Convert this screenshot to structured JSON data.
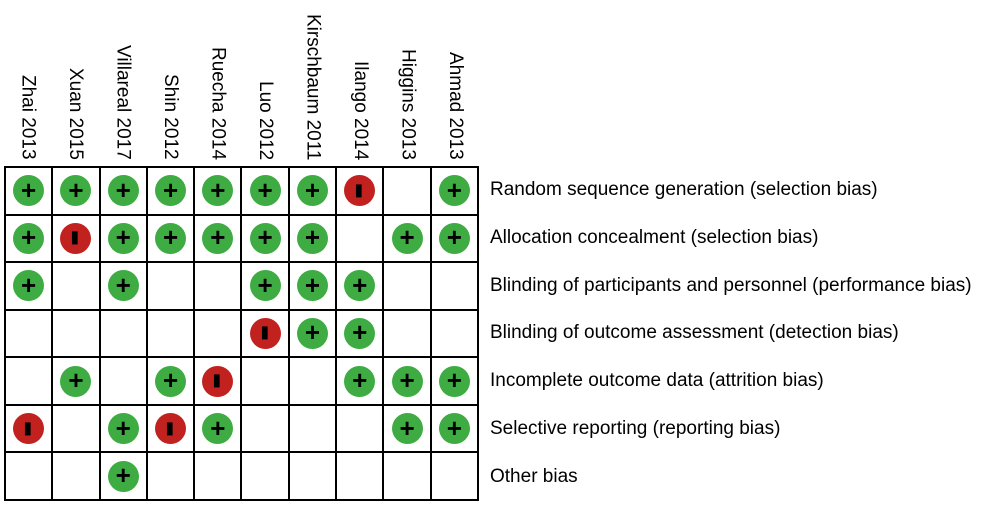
{
  "chart_data": {
    "type": "heatmap",
    "description": "risk of bias summary grid",
    "columns": [
      "Zhai 2013",
      "Xuan 2015",
      "Villareal 2017",
      "Shin 2012",
      "Ruecha 2014",
      "Luo 2012",
      "Kirschbaum 2011",
      "Ilango 2014",
      "Higgins 2013",
      "Ahmad 2013"
    ],
    "rows": [
      "Random sequence generation (selection bias)",
      "Allocation concealment (selection bias)",
      "Blinding of participants and personnel (performance bias)",
      "Blinding of outcome assessment (detection bias)",
      "Incomplete outcome data (attrition bias)",
      "Selective reporting (reporting bias)",
      "Other bias"
    ],
    "values": [
      [
        "+",
        "+",
        "+",
        "+",
        "+",
        "+",
        "+",
        "-",
        "",
        "+"
      ],
      [
        "+",
        "-",
        "+",
        "+",
        "+",
        "+",
        "+",
        "",
        "+",
        "+"
      ],
      [
        "+",
        "",
        "+",
        "",
        "",
        "+",
        "+",
        "+",
        "",
        ""
      ],
      [
        "",
        "",
        "",
        "",
        "",
        "-",
        "+",
        "+",
        "",
        ""
      ],
      [
        "",
        "+",
        "",
        "+",
        "-",
        "",
        "",
        "+",
        "+",
        "+"
      ],
      [
        "-",
        "",
        "+",
        "-",
        "+",
        "",
        "",
        "",
        "+",
        "+"
      ],
      [
        "",
        "",
        "+",
        "",
        "",
        "",
        "",
        "",
        "",
        ""
      ]
    ],
    "symbols": {
      "plus": "+",
      "minus": "−"
    },
    "colors": {
      "low_risk": "#3eac42",
      "high_risk": "#c1221f",
      "grid_line": "#000000",
      "background": "#ffffff",
      "mark": "#000000"
    },
    "layout": {
      "grid_columns": 10,
      "grid_rows": 7
    }
  }
}
